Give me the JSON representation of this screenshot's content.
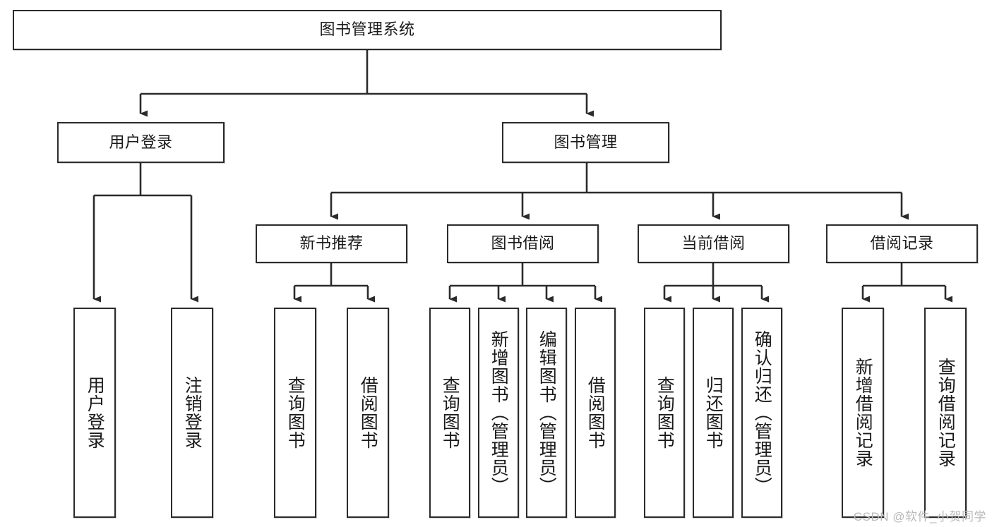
{
  "diagram": {
    "title_node": {
      "label": "图书管理系统"
    },
    "level2": [
      {
        "id": "user-login",
        "label": "用户登录"
      },
      {
        "id": "book-management",
        "label": "图书管理"
      }
    ],
    "level3": [
      {
        "id": "new-book-recommend",
        "label": "新书推荐"
      },
      {
        "id": "book-borrow",
        "label": "图书借阅"
      },
      {
        "id": "current-borrow",
        "label": "当前借阅"
      },
      {
        "id": "borrow-record",
        "label": "借阅记录"
      }
    ],
    "leaves": {
      "user_login": [
        {
          "id": "leaf-user-login",
          "label": "用户登录"
        },
        {
          "id": "leaf-logout-login",
          "label": "注销登录"
        }
      ],
      "new_book_recommend": [
        {
          "id": "leaf-query-book-1",
          "label": "查询图书"
        },
        {
          "id": "leaf-borrow-book-1",
          "label": "借阅图书"
        }
      ],
      "book_borrow": [
        {
          "id": "leaf-query-book-2",
          "label": "查询图书"
        },
        {
          "id": "leaf-add-book",
          "label": "新增图书（管理员）"
        },
        {
          "id": "leaf-edit-book",
          "label": "编辑图书（管理员）"
        },
        {
          "id": "leaf-borrow-book-2",
          "label": "借阅图书"
        }
      ],
      "current_borrow": [
        {
          "id": "leaf-query-book-3",
          "label": "查询图书"
        },
        {
          "id": "leaf-return-book",
          "label": "归还图书"
        },
        {
          "id": "leaf-confirm-return",
          "label": "确认归还（管理员）"
        }
      ],
      "borrow_record": [
        {
          "id": "leaf-add-record",
          "label": "新增借阅记录"
        },
        {
          "id": "leaf-query-record",
          "label": "查询借阅记录"
        }
      ]
    },
    "watermark": "CSDN @软件_小贺同学",
    "colors": {
      "box_border": "#2b2b2b",
      "box_fill": "#ffffff",
      "connector": "#2b2b2b",
      "text": "#1a1a1a",
      "watermark": "#b9b9b9",
      "background": "#ffffff"
    }
  }
}
